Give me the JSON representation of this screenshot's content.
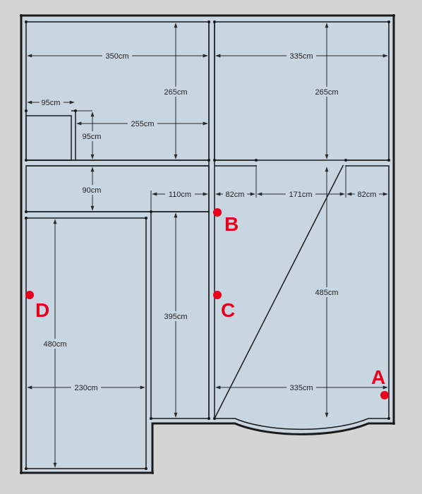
{
  "colors": {
    "floor": "#c8d6e1",
    "wall": "#1a1a1a",
    "dimension_line": "#2a2a2a",
    "marker": "#e8001b"
  },
  "dimensions": {
    "top_left_width": "350cm",
    "top_left_height": "265cm",
    "top_right_width": "335cm",
    "top_right_height": "265cm",
    "closet_width": "95cm",
    "closet_height": "95cm",
    "closet_gap": "255cm",
    "hall_height": "90cm",
    "corridor_width": "110cm",
    "corridor_height": "395cm",
    "bottom_left_height": "480cm",
    "bottom_left_width": "230cm",
    "right_left_segment": "82cm",
    "right_middle_segment": "171cm",
    "right_right_segment": "82cm",
    "right_height": "485cm",
    "bottom_right_width": "335cm"
  },
  "markers": [
    {
      "label": "A"
    },
    {
      "label": "B"
    },
    {
      "label": "C"
    },
    {
      "label": "D"
    }
  ]
}
